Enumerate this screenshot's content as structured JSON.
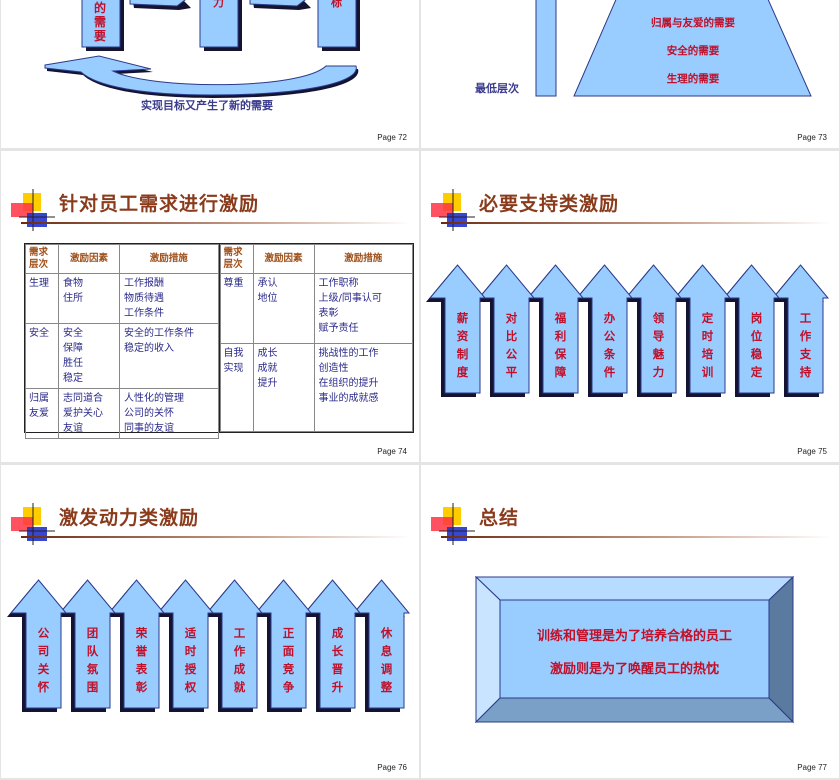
{
  "slides": {
    "s72": {
      "page": "Page 72",
      "box_texts": [
        "的需要",
        "力",
        "标"
      ],
      "caption": "实现目标又产生了新的需要"
    },
    "s73": {
      "page": "Page 73",
      "side_label": "最低层次",
      "levels": [
        "归属与友爱的需要",
        "安全的需要",
        "生理的需要"
      ]
    },
    "s74": {
      "page": "Page 74",
      "title": "针对员工需求进行激励",
      "headers": [
        "需求层次",
        "激励因素",
        "激励措施"
      ],
      "left_rows": [
        {
          "level": "生理",
          "factors": [
            "食物",
            "住所"
          ],
          "measures": [
            "工作报酬",
            "物质待遇",
            "工作条件"
          ]
        },
        {
          "level": "安全",
          "factors": [
            "安全",
            "保障",
            "胜任",
            "稳定"
          ],
          "measures": [
            "安全的工作条件",
            "稳定的收入"
          ]
        },
        {
          "level": "归属友爱",
          "factors": [
            "志同道合",
            "爱护关心",
            "友谊"
          ],
          "measures": [
            "人性化的管理",
            "公司的关怀",
            "同事的友谊"
          ]
        }
      ],
      "right_rows": [
        {
          "level": "尊重",
          "factors": [
            "承认",
            "地位"
          ],
          "measures": [
            "工作职称",
            "上级/同事认可",
            "表彰",
            "赋予责任"
          ]
        },
        {
          "level": "自我实现",
          "factors": [
            "成长",
            "成就",
            "提升"
          ],
          "measures": [
            "挑战性的工作",
            "创造性",
            "在组织的提升",
            "事业的成就感"
          ]
        }
      ]
    },
    "s75": {
      "page": "Page 75",
      "title": "必要支持类激励",
      "arrows": [
        "薪资制度",
        "对比公平",
        "福利保障",
        "办公条件",
        "领导魅力",
        "定时培训",
        "岗位稳定",
        "工作支持"
      ]
    },
    "s76": {
      "page": "Page 76",
      "title": "激发动力类激励",
      "arrows": [
        "公司关怀",
        "团队氛围",
        "荣誉表彰",
        "适时授权",
        "工作成就",
        "正面竞争",
        "成长晋升",
        "休息调整"
      ]
    },
    "s77": {
      "page": "Page 77",
      "title": "总结",
      "lines": [
        "训练和管理是为了培养合格的员工",
        "激励则是为了唤醒员工的热忱"
      ]
    }
  },
  "colors": {
    "shape_fill": "#99ccff",
    "shape_stroke": "#2a3a8a",
    "shadow": "#141432",
    "title": "#8a3b1c",
    "label_red": "#c0102a",
    "text_blue": "#2b2b8a"
  }
}
